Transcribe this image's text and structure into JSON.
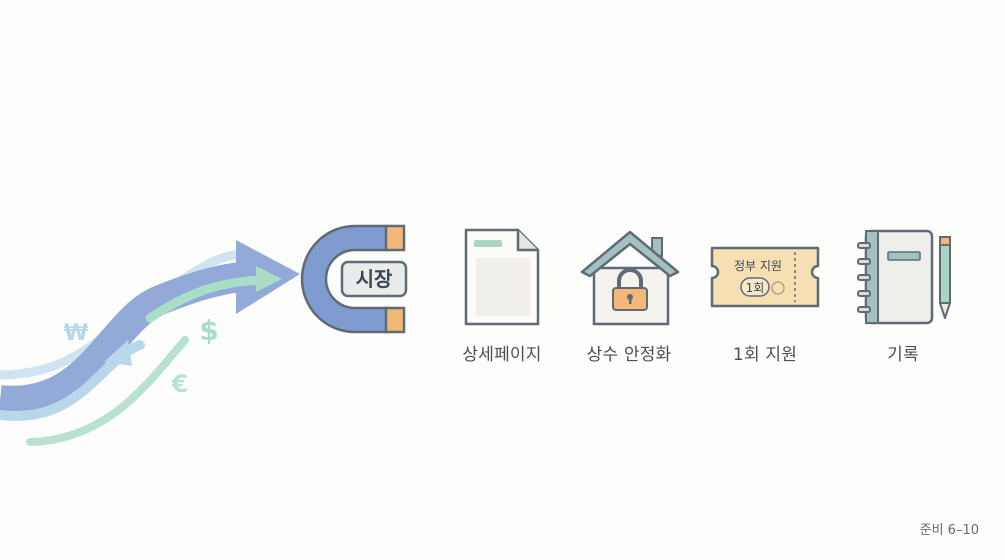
{
  "currency_symbols": [
    "₩",
    "$",
    "€"
  ],
  "magnet": {
    "label": "시장"
  },
  "ticket": {
    "line1": "정부 지원",
    "line2": "1회"
  },
  "items": [
    {
      "label": "상세페이지",
      "icon": "document-icon"
    },
    {
      "label": "상수 안정화",
      "icon": "house-lock-icon"
    },
    {
      "label": "1회 지원",
      "icon": "ticket-icon"
    },
    {
      "label": "기록",
      "icon": "notebook-icon"
    }
  ],
  "footer": "준비 6–10",
  "colors": {
    "flow_blue": "#8ea6d6",
    "flow_light": "#b9d7ea",
    "flow_mint": "#a9ddc8",
    "magnet_body": "#7f9cd0",
    "magnet_tip": "#f2b779",
    "outline": "#5f6b77"
  }
}
